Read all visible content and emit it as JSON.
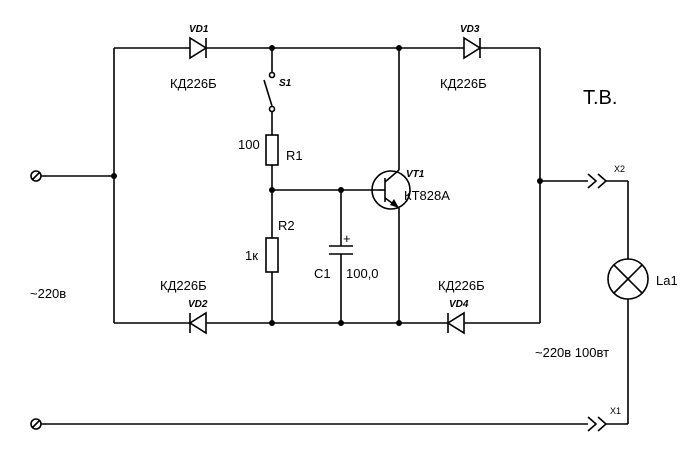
{
  "title": "Т.В.",
  "components": {
    "vd1": {
      "ref": "VD1",
      "part": "КД226Б"
    },
    "vd2": {
      "ref": "VD2",
      "part": "КД226Б"
    },
    "vd3": {
      "ref": "VD3",
      "part": "КД226Б"
    },
    "vd4": {
      "ref": "VD4",
      "part": "КД226Б"
    },
    "s1": {
      "ref": "S1"
    },
    "r1": {
      "ref": "R1",
      "value": "100"
    },
    "r2": {
      "ref": "R2",
      "value": "1к"
    },
    "c1": {
      "ref": "C1",
      "value": "100,0",
      "polarity": "+"
    },
    "vt1": {
      "ref": "VT1",
      "part": "КТ828А"
    },
    "la1": {
      "ref": "La1"
    },
    "x1": {
      "ref": "X1"
    },
    "x2": {
      "ref": "X2"
    }
  },
  "labels": {
    "supply": "~220в",
    "load": "~220в 100вт"
  }
}
